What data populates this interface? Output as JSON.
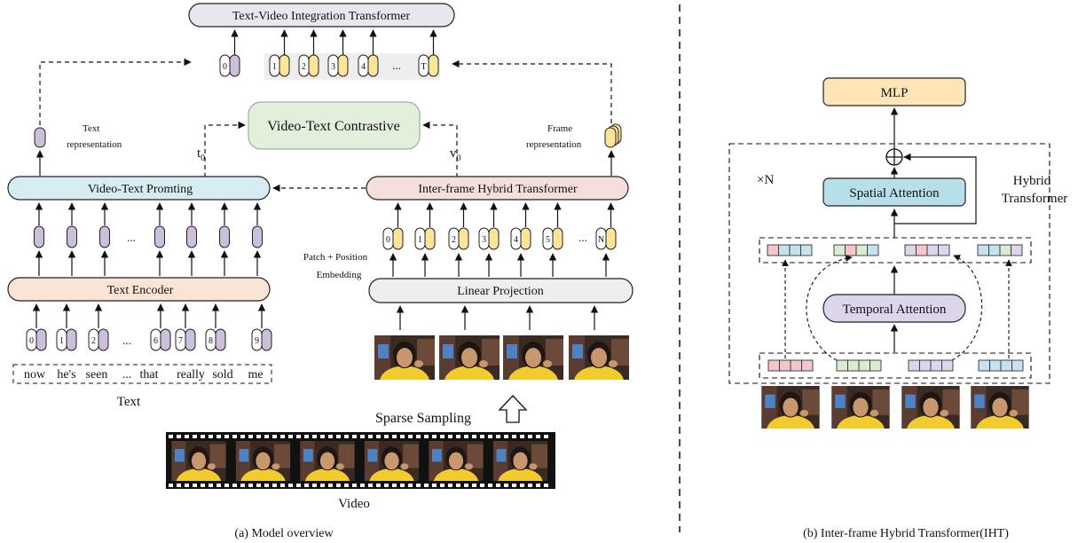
{
  "colors": {
    "purple_token": "#cbbfdc",
    "yellow_token": "#fde496",
    "white_token": "#ffffff",
    "text_box": "#e9e6ee",
    "prompting_box": "#d7ebf2",
    "hybrid_box": "#f5dfdc",
    "encoder_box": "#fbe4d5",
    "linear_box": "#eeeeee",
    "contrastive_box": "#e2efda",
    "mlp_box": "#fde5b8",
    "spatial_box": "#b7dfe9",
    "temporal_box": "#ddd5ea",
    "seg_pink": "#f4c6cc",
    "seg_green": "#d9ecd3",
    "seg_lavender": "#ddd5ea",
    "seg_blue": "#c6e2ee",
    "video_skin": "#c9976e",
    "video_shirt": "#f2cc2e",
    "video_bg": "#3a2a24"
  },
  "left": {
    "integration_transformer": "Text-Video Integration Transformer",
    "integration_tokens": [
      "0",
      "1",
      "2",
      "3",
      "4",
      "...",
      "T"
    ],
    "contrastive": "Video-Text Contrastive",
    "text_representation": [
      "Text",
      "representation"
    ],
    "frame_representation": [
      "Frame",
      "representation"
    ],
    "t0": "t",
    "t0_sub": "0",
    "v0": "v",
    "v0_sub": "0",
    "prompting": "Video-Text Promting",
    "hybrid": "Inter-frame Hybrid Transformer",
    "text_encoder": "Text Encoder",
    "linear_projection": "Linear Projection",
    "patch_embedding": [
      "Patch + Position",
      "Embedding"
    ],
    "text_token_ids": [
      "0",
      "1",
      "2",
      "...",
      "6",
      "7",
      "8",
      "9"
    ],
    "frame_token_ids": [
      "0",
      "1",
      "2",
      "3",
      "4",
      "5",
      "...",
      "N"
    ],
    "mid_ellipsis": "...",
    "words": [
      "now",
      "he's",
      "seen",
      "...",
      "that",
      "really",
      "sold",
      "me"
    ],
    "text_label": "Text",
    "sparse_sampling": "Sparse Sampling",
    "video_label": "Video",
    "caption": "(a) Model overview"
  },
  "right": {
    "mlp": "MLP",
    "times_n": "×N",
    "spatial_attention": "Spatial Attention",
    "temporal_attention": "Temporal Attention",
    "hybrid_label": [
      "Hybrid",
      "Transformer"
    ],
    "caption": "(b) Inter-frame Hybrid Transformer(IHT)"
  }
}
